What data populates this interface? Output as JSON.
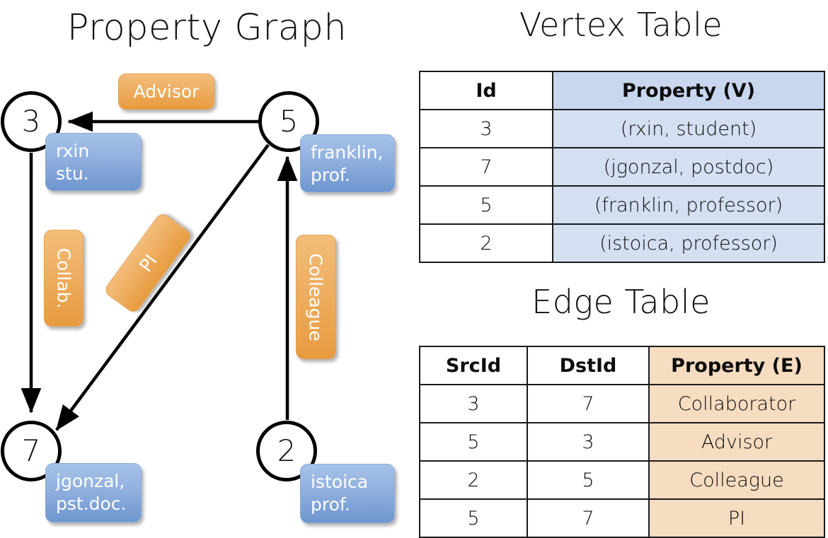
{
  "panels": {
    "graph_title": "Property Graph",
    "vertex_title": "Vertex Table",
    "edge_title": "Edge Table"
  },
  "graph": {
    "nodes": [
      {
        "id": "3",
        "property": "rxin\nstu."
      },
      {
        "id": "5",
        "property": "franklin,\nprof."
      },
      {
        "id": "7",
        "property": "jgonzal,\npst.doc."
      },
      {
        "id": "2",
        "property": "istoica\nprof."
      }
    ],
    "node_labels": {
      "n3": "3",
      "n5": "5",
      "n7": "7",
      "n2": "2"
    },
    "vertex_props": {
      "rxin_line1": "rxin",
      "rxin_line2": "stu.",
      "franklin_line1": "franklin,",
      "franklin_line2": "prof.",
      "jgonzal_line1": "jgonzal,",
      "jgonzal_line2": "pst.doc.",
      "istoica_line1": "istoica",
      "istoica_line2": "prof."
    },
    "edge_labels": {
      "advisor": "Advisor",
      "collab": "Collab.",
      "pi": "PI",
      "colleague": "Colleague"
    }
  },
  "vertex_table": {
    "headers": [
      "Id",
      "Property (V)"
    ],
    "rows": [
      {
        "id": "3",
        "property": "(rxin, student)"
      },
      {
        "id": "7",
        "property": "(jgonzal, postdoc)"
      },
      {
        "id": "5",
        "property": "(franklin, professor)"
      },
      {
        "id": "2",
        "property": "(istoica, professor)"
      }
    ]
  },
  "edge_table": {
    "headers": [
      "SrcId",
      "DstId",
      "Property (E)"
    ],
    "rows": [
      {
        "src": "3",
        "dst": "7",
        "property": "Collaborator"
      },
      {
        "src": "5",
        "dst": "3",
        "property": "Advisor"
      },
      {
        "src": "2",
        "dst": "5",
        "property": "Colleague"
      },
      {
        "src": "5",
        "dst": "7",
        "property": "PI"
      }
    ]
  },
  "colors": {
    "vertex_box": "#8fb0dd",
    "edge_box": "#eeab5c",
    "vertex_table_fill": "#d4dff1",
    "edge_table_fill": "#f6dcc0",
    "stroke": "#000000"
  }
}
